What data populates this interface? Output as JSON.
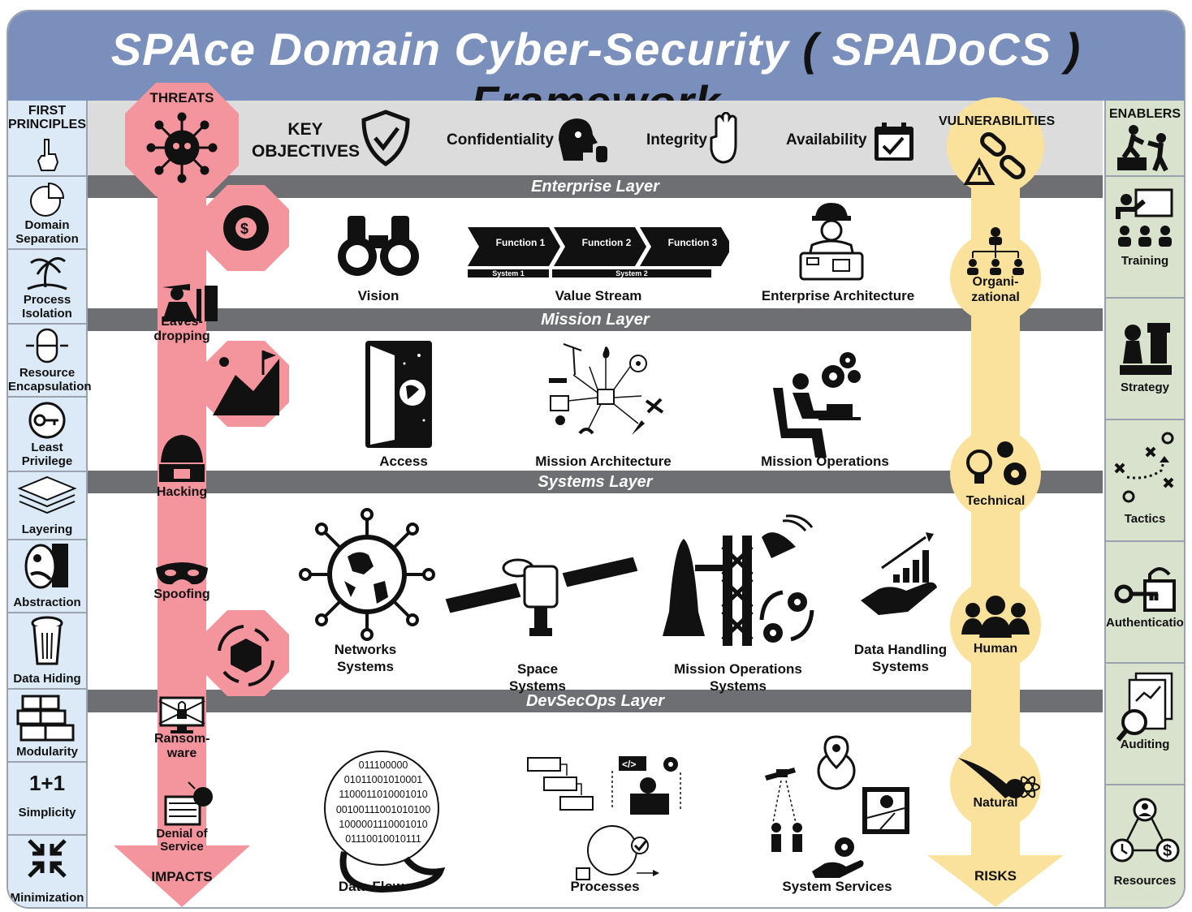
{
  "title": {
    "part1": "SPAce Domain Cyber-Security",
    "open": "(",
    "part2": "SPADoCS",
    "close": ")",
    "part3": "Framework"
  },
  "first_principles": {
    "heading": "FIRST PRINCIPLES",
    "items": [
      "Domain Separation",
      "Process Isolation",
      "Resource Encapsulation",
      "Least Privilege",
      "Layering",
      "Abstraction",
      "Data Hiding",
      "Modularity",
      "Simplicity",
      "Minimization"
    ],
    "simplicity_glyph": "1+1"
  },
  "enablers": {
    "heading": "ENABLERS",
    "items": [
      "Training",
      "Strategy",
      "Tactics",
      "Authentication",
      "Auditing",
      "Resources"
    ]
  },
  "threats": {
    "heading": "THREATS",
    "items": [
      "Eaves-dropping",
      "Hacking",
      "Spoofing",
      "Ransom-ware",
      "Denial of Service"
    ],
    "footer": "IMPACTS"
  },
  "vulnerabilities": {
    "heading": "VULNERABILITIES",
    "items": [
      "Organi-zational",
      "Technical",
      "Human",
      "Natural"
    ],
    "footer": "RISKS"
  },
  "key_objectives": {
    "heading": "KEY OBJECTIVES",
    "items": [
      "Confidentiality",
      "Integrity",
      "Availability"
    ]
  },
  "layers": {
    "enterprise": {
      "title": "Enterprise Layer",
      "items": [
        "Vision",
        "Value Stream",
        "Enterprise Architecture"
      ],
      "functions": [
        "Function 1",
        "Function 2",
        "Function 3"
      ],
      "systems": [
        "System 1",
        "System 2"
      ]
    },
    "mission": {
      "title": "Mission Layer",
      "items": [
        "Access",
        "Mission Architecture",
        "Mission Operations"
      ]
    },
    "systems": {
      "title": "Systems Layer",
      "items": [
        "Networks Systems",
        "Space Systems",
        "Mission Operations Systems",
        "Data Handling Systems"
      ]
    },
    "devsecops": {
      "title": "DevSecOps Layer",
      "items": [
        "Data Flow",
        "Processes",
        "System Services"
      ],
      "binary_lines": [
        "011100000",
        "01011001010001",
        "1100011010001010",
        "00100111001010100",
        "1000001110001010",
        "01110010010111"
      ]
    }
  },
  "colors": {
    "banner": "#7b8fbd",
    "threat": "#f4949d",
    "vulnerability": "#fbe29c",
    "left_column": "#dbeaf6",
    "right_column": "#d9e2cc",
    "layer_bar": "#6e6f72"
  }
}
